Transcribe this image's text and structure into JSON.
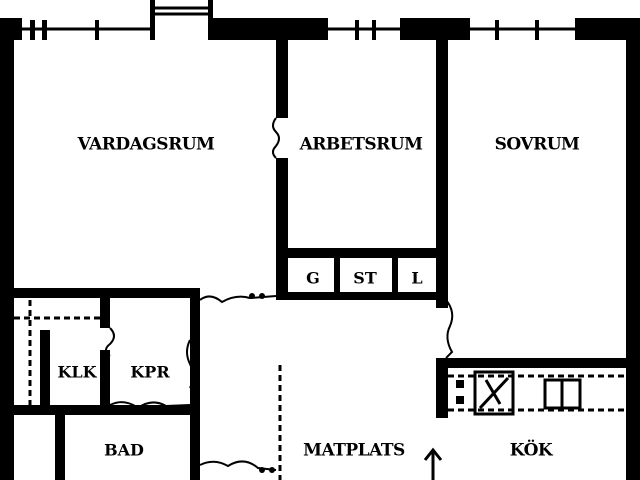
{
  "plan": {
    "rooms": {
      "vardagsrum": "VARDAGSRUM",
      "arbetsrum": "ARBETSRUM",
      "sovrum": "SOVRUM",
      "klk": "KLK",
      "kpr": "KPR",
      "bad": "BAD",
      "matplats": "MATPLATS",
      "kok": "KÖK"
    },
    "closets": {
      "g": "G",
      "st": "ST",
      "l": "L"
    },
    "symbols": [
      "arrow-up-icon",
      "stove-icon",
      "sink-icon"
    ]
  }
}
